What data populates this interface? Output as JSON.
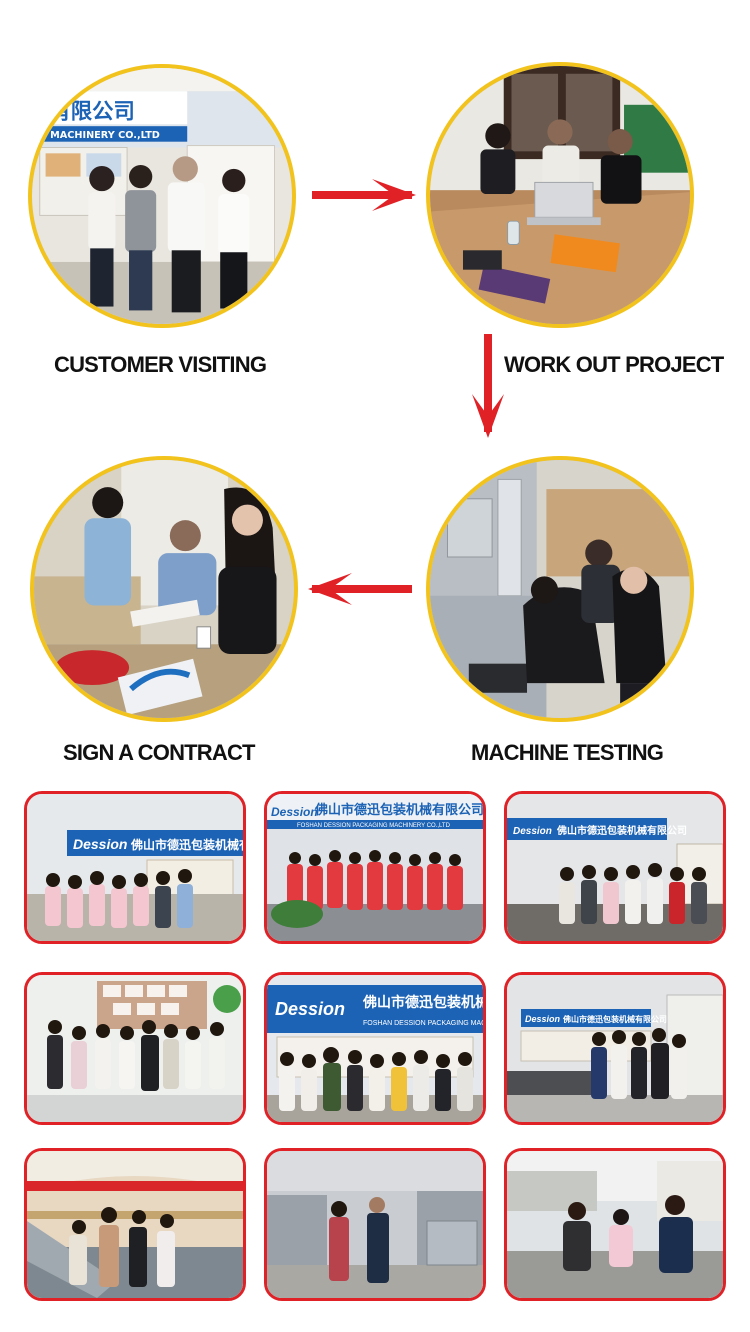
{
  "steps": [
    {
      "label": "CUSTOMER VISITING",
      "photo": "customer-visiting-photo"
    },
    {
      "label": "WORK OUT PROJECT",
      "photo": "work-out-project-photo"
    },
    {
      "label": "SIGN A CONTRACT",
      "photo": "sign-a-contract-photo"
    },
    {
      "label": "MACHINE TESTING",
      "photo": "machine-testing-photo"
    }
  ],
  "signage": {
    "company_cn": "佛山市德迅包装机械有限公司",
    "company_cn_partial": "有限公司",
    "company_en": "FOSHAN DESSION PACKAGING MACHINERY CO.,LTD",
    "company_en_partial": "S MACHINERY CO.,LTD",
    "brand": "Dession"
  },
  "colors": {
    "accent_red": "#e02227",
    "circle_border": "#f2c31c",
    "text": "#111111",
    "sign_blue": "#1d63b5"
  },
  "gallery": [
    {
      "name": "gallery-photo-1",
      "subject": "group-photo-office"
    },
    {
      "name": "gallery-photo-2",
      "subject": "team-red-shirts"
    },
    {
      "name": "gallery-photo-3",
      "subject": "group-photo-office"
    },
    {
      "name": "gallery-photo-4",
      "subject": "group-photo-hall"
    },
    {
      "name": "gallery-photo-5",
      "subject": "group-photo-sign"
    },
    {
      "name": "gallery-photo-6",
      "subject": "group-photo-office"
    },
    {
      "name": "gallery-photo-7",
      "subject": "mall-visit"
    },
    {
      "name": "gallery-photo-8",
      "subject": "factory-visit"
    },
    {
      "name": "gallery-photo-9",
      "subject": "outdoor-visit"
    }
  ]
}
